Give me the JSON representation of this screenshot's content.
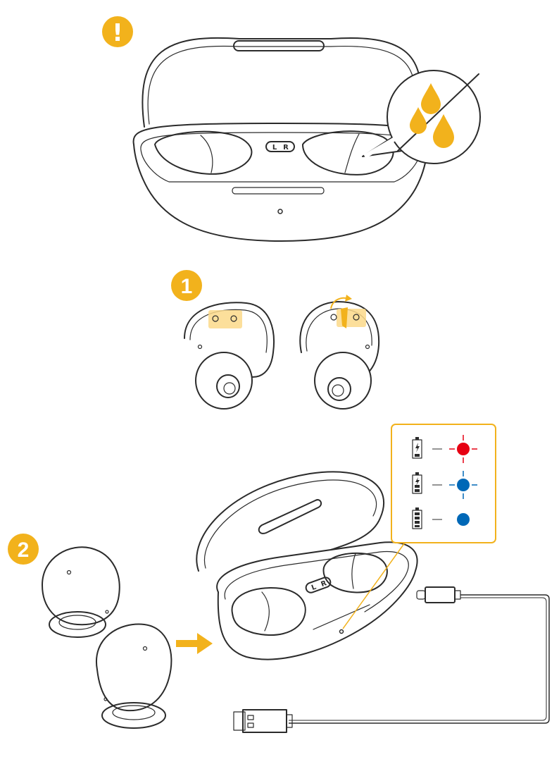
{
  "colors": {
    "accent": "#f2b21c",
    "accent_light": "#fbd989",
    "red_led": "#e60012",
    "blue_led": "#0068b7",
    "line": "#2b2b2b"
  },
  "warning_badge": {
    "symbol": "!",
    "icon": "warning-icon"
  },
  "case_labels": {
    "left": "L",
    "right": "R"
  },
  "steps": [
    {
      "number": "1"
    },
    {
      "number": "2"
    }
  ],
  "battery_legend": [
    {
      "level": "low",
      "charging": true,
      "led": "red",
      "led_state": "blinking"
    },
    {
      "level": "medium",
      "charging": true,
      "led": "blue",
      "led_state": "blinking"
    },
    {
      "level": "full",
      "charging": false,
      "led": "blue",
      "led_state": "solid"
    }
  ]
}
